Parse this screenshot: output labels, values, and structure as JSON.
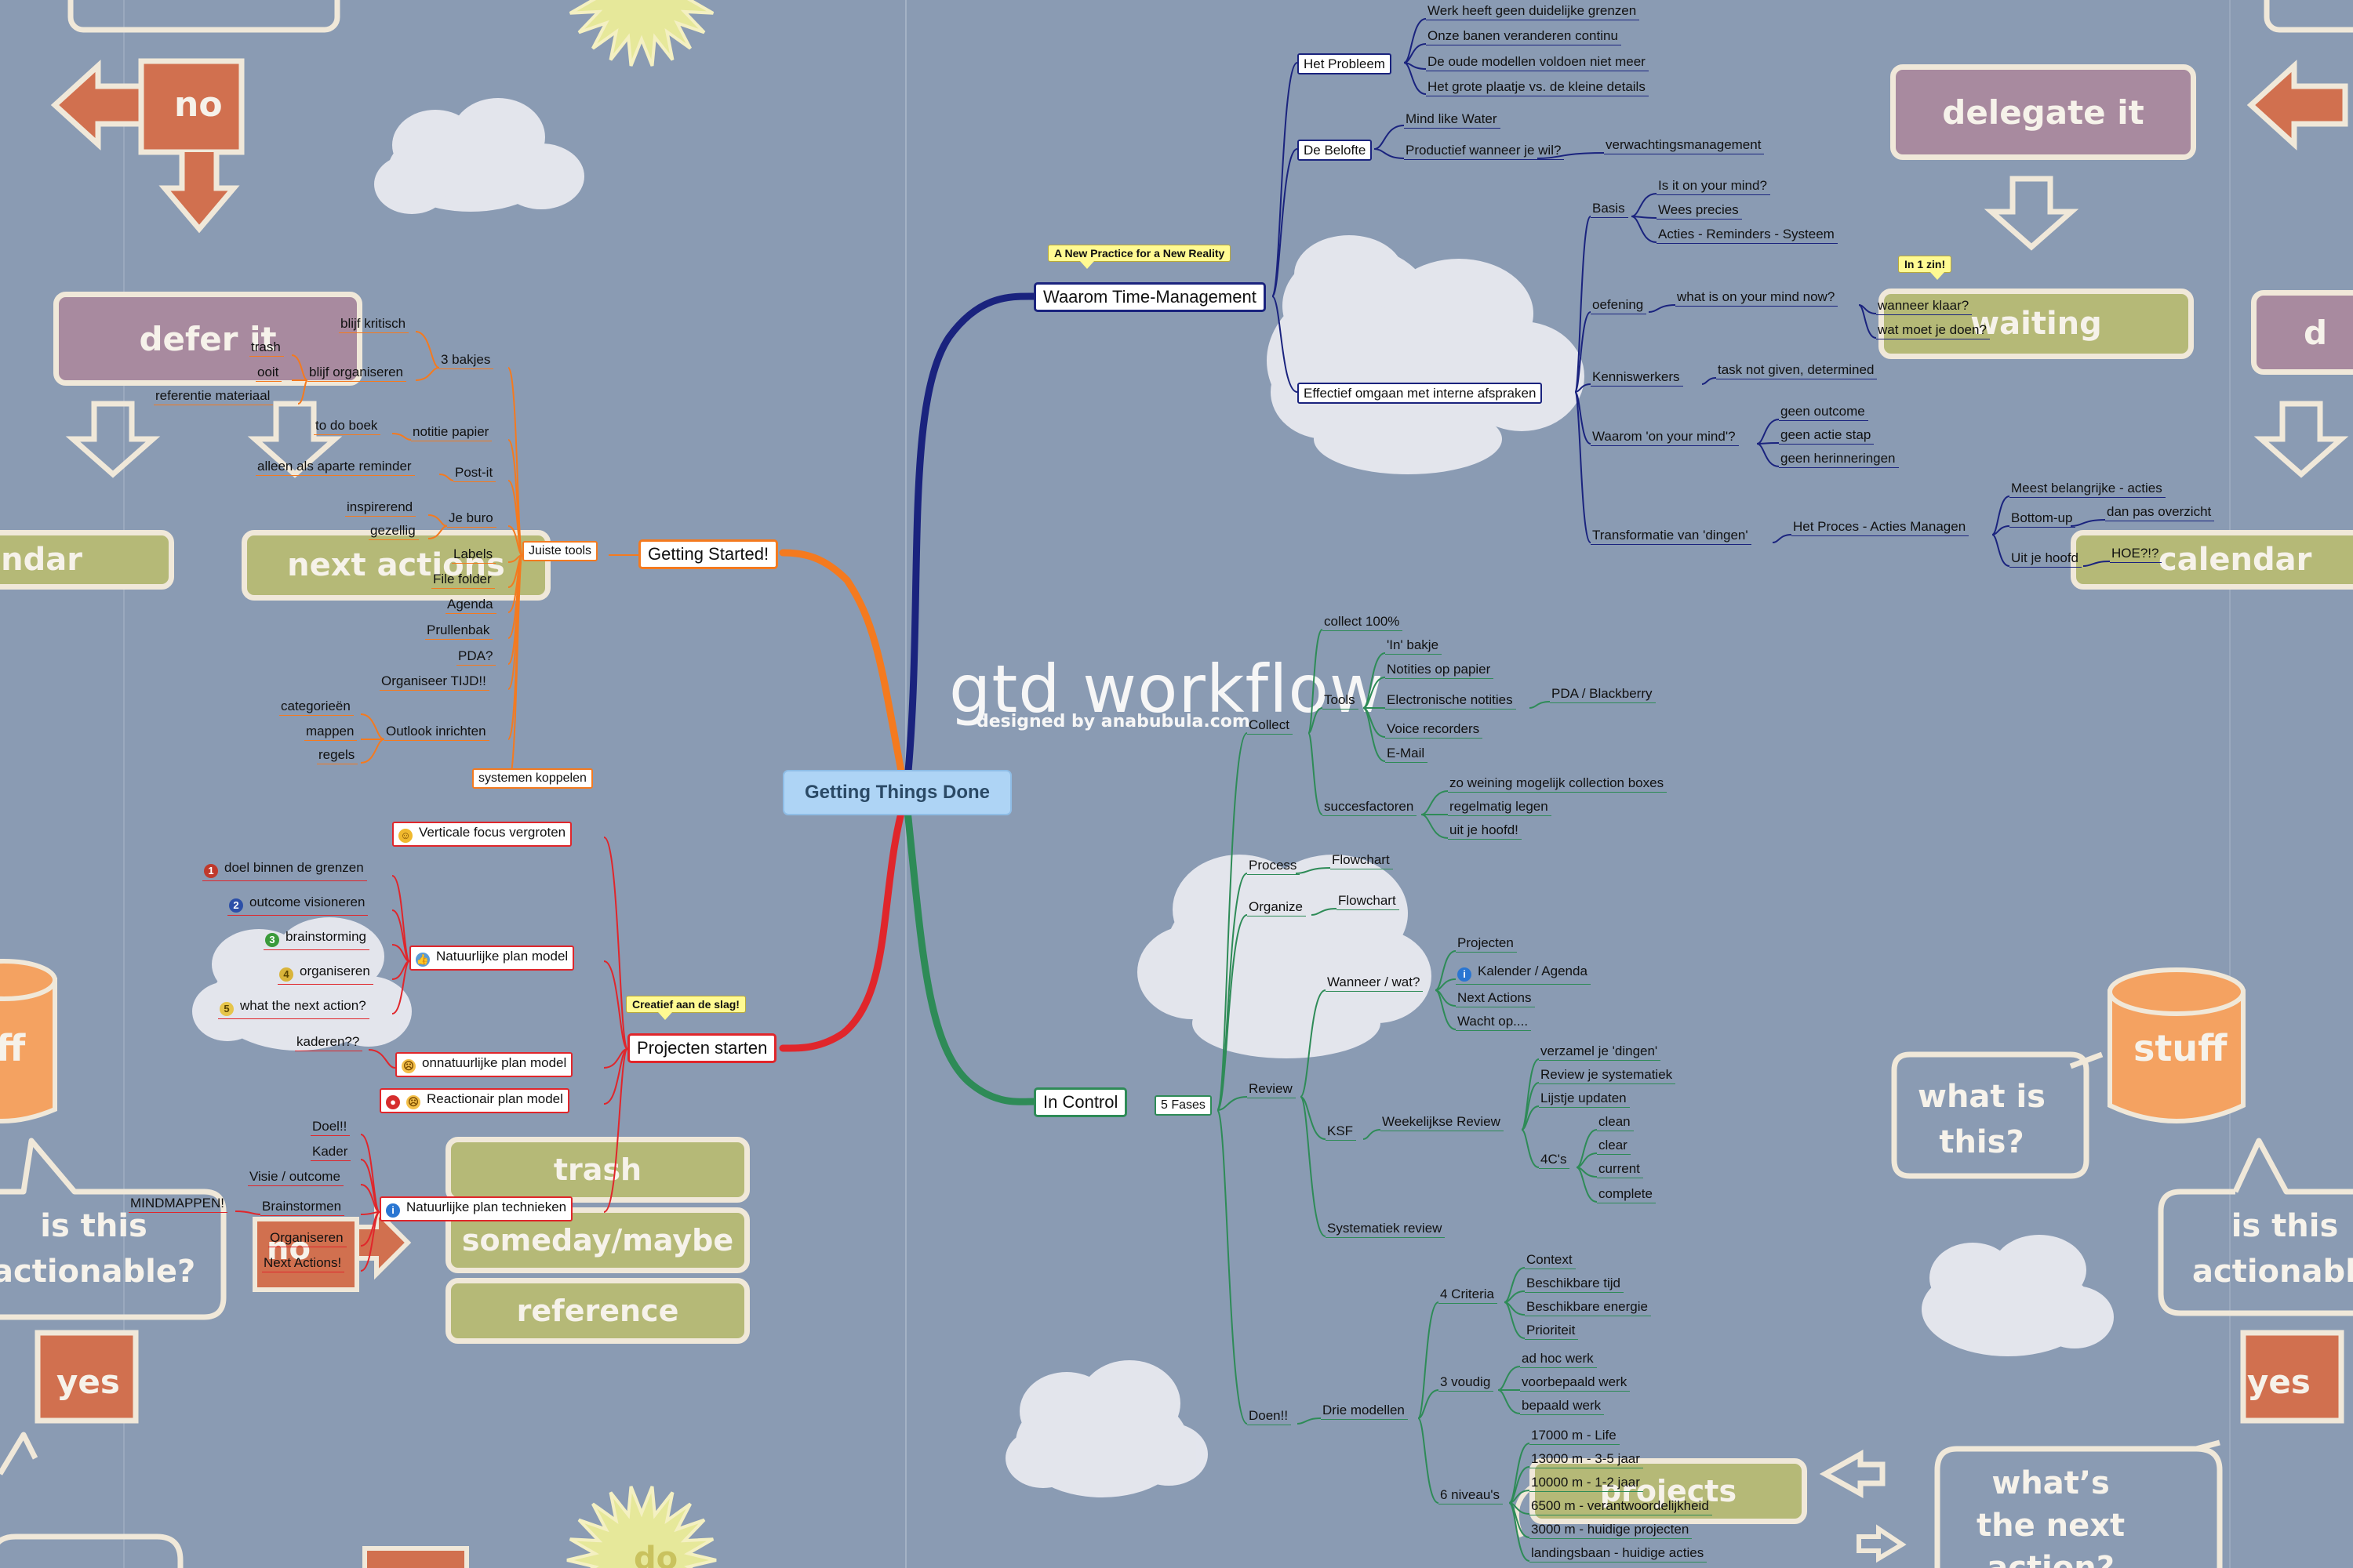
{
  "title": {
    "main": "gtd workflow",
    "sub": "designed by anabubula.com"
  },
  "background": {
    "no": "no",
    "defer_it": "defer it",
    "delegate_it": "delegate it",
    "waiting": "waiting",
    "next_actions": "next actions",
    "calendar_left": "lendar",
    "calendar_right": "calendar",
    "trash": "trash",
    "someday_maybe": "someday/maybe",
    "reference": "reference",
    "stuff_left": "ff",
    "stuff_right": "stuff",
    "is_this_actionable_left": "is this\nactionable?",
    "is_this_actionable_right": "is this\nactionable",
    "what_is_this": "what is\nthis?",
    "yes_left": "yes",
    "yes_right": "yes",
    "whats_the_next_action": "what’s\nthe next\naction?",
    "projects": "projects",
    "d_right": "d",
    "do": "do",
    "no_under": "no"
  },
  "colors": {
    "background": "#8a9bb3",
    "navy": "#1a237e",
    "green": "#2e8b57",
    "orange": "#f47a1f",
    "red": "#e0262b",
    "root": "#aed4f5",
    "callout": "#fffa92"
  },
  "mindmap": {
    "root": "Getting Things Done",
    "waarom": {
      "label": "Waarom Time-Management",
      "callout": "A New Practice for a New Reality",
      "probleem": {
        "label": "Het Probleem",
        "items": [
          "Werk heeft geen duidelijke grenzen",
          "Onze banen veranderen continu",
          "De oude modellen voldoen niet meer",
          "Het grote plaatje vs. de kleine details"
        ]
      },
      "belofte": {
        "label": "De Belofte",
        "mind": "Mind like Water",
        "productief": "Productief wanneer je wil?",
        "verwachting": "verwachtingsmanagement"
      },
      "effectief": {
        "label": "Effectief omgaan met interne afspraken",
        "basis": "Basis",
        "basis_items": [
          "Is it on your mind?",
          "Wees precies",
          "Acties - Reminders - Systeem"
        ],
        "oefening": "oefening",
        "oefening_q": "what is on your mind now?",
        "oefening_items": [
          "wanneer klaar?",
          "wat moet je doen?"
        ],
        "oefening_callout": "In 1 zin!",
        "kennis": "Kenniswerkers",
        "kennis_item": "task not given, determined",
        "waarom_mind": "Waarom 'on your mind'?",
        "waarom_items": [
          "geen outcome",
          "geen actie stap",
          "geen herinneringen"
        ],
        "transformatie": "Transformatie van 'dingen'",
        "proces": "Het Proces - Acties Managen",
        "meest": "Meest belangrijke - acties",
        "bottomup": "Bottom-up",
        "danpas": "dan pas overzicht",
        "uithoofd": "Uit je hoofd",
        "hoe": "HOE?!?"
      }
    },
    "incontrol": {
      "label": "In Control",
      "fases": "5 Fases",
      "collect": "Collect",
      "collect100": "collect 100%",
      "inbakje": "'In' bakje",
      "tools": "Tools",
      "tools_items": [
        "Notities op papier",
        "Electronische notities",
        "Voice recorders",
        "E-Mail"
      ],
      "pda": "PDA / Blackberry",
      "succes": "succesfactoren",
      "succes_items": [
        "zo weining mogelijk collection boxes",
        "regelmatig legen",
        "uit je hoofd!"
      ],
      "process": "Process",
      "flow1": "Flowchart",
      "organize": "Organize",
      "flow2": "Flowchart",
      "review": "Review",
      "wanneer": "Wanneer / wat?",
      "wanneer_items": [
        "Projecten",
        "Kalender / Agenda",
        "Next Actions",
        "Wacht op...."
      ],
      "ksf": "KSF",
      "weekelijks": "Weekelijkse Review",
      "weekelijks_items": [
        "verzamel je 'dingen'",
        "Review je systematiek",
        "Lijstje updaten"
      ],
      "c4": "4C's",
      "c4_items": [
        "clean",
        "clear",
        "current",
        "complete"
      ],
      "systematiek": "Systematiek review",
      "doen": "Doen!!",
      "drie": "Drie modellen",
      "criteria": "4 Criteria",
      "criteria_items": [
        "Context",
        "Beschikbare tijd",
        "Beschikbare energie",
        "Prioriteit"
      ],
      "vouding": "3 voudig",
      "vouding_items": [
        "ad hoc werk",
        "voorbepaald werk",
        "bepaald werk"
      ],
      "niveaus": "6 niveau's",
      "niveau_items": [
        "17000 m - Life",
        "13000 m - 3-5 jaar",
        "10000 m - 1-2 jaar",
        "6500 m - verantwoordelijkheid",
        "3000 m - huidige projecten",
        "landingsbaan - huidige acties"
      ]
    },
    "started": {
      "label": "Getting Started!",
      "tools": "Juiste tools",
      "bakjes": "3 bakjes",
      "bakjes_sub": [
        "blijf kritisch",
        "trash",
        "ooit",
        "blijf organiseren",
        "referentie materiaal"
      ],
      "notitie": "notitie papier",
      "todo": "to do boek",
      "postit": "Post-it",
      "apart": "alleen als aparte reminder",
      "jeburo": "Je buro",
      "inspirerend": "inspirerend",
      "gezellig": "gezellig",
      "tool_items": [
        "Labels",
        "File folder",
        "Agenda",
        "Prullenbak",
        "PDA?",
        "Organiseer TIJD!!"
      ],
      "outlook": "Outlook inrichten",
      "outlook_items": [
        "categorieën",
        "mappen",
        "regels"
      ],
      "systemen": "systemen koppelen"
    },
    "projecten": {
      "label": "Projecten starten",
      "callout": "Creatief aan de slag!",
      "verticale": "Verticale focus vergroten",
      "natuurlijk": "Natuurlijke plan model",
      "nat_items": [
        "doel binnen de grenzen",
        "outcome visioneren",
        "brainstorming",
        "organiseren",
        "what the next action?"
      ],
      "onnatuurlijk": "onnatuurlijke plan model",
      "kaderen": "kaderen??",
      "reactionair": "Reactionair plan model",
      "technieken": "Natuurlijke plan technieken",
      "tech_items": [
        "Doel!!",
        "Kader",
        "Visie / outcome",
        "Brainstormen",
        "Organiseren",
        "Next Actions!"
      ],
      "mindmappen": "MINDMAPPEN!"
    }
  }
}
